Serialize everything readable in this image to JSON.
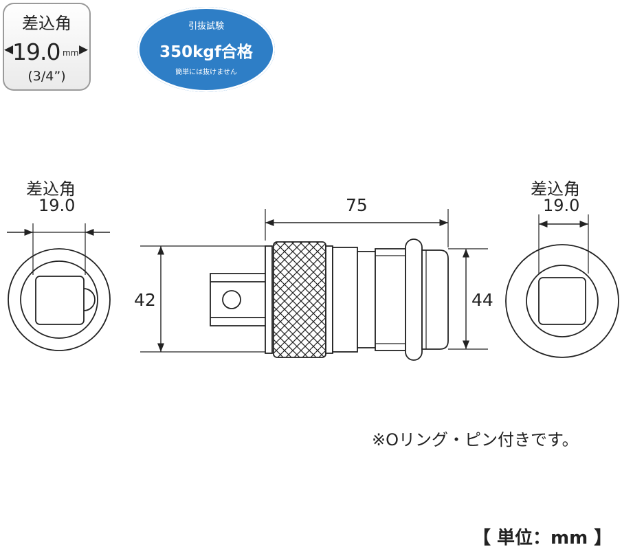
{
  "drive_badge": {
    "title": "差込角",
    "size": "19.0",
    "unit": "mm",
    "inch": "(3/4”)",
    "arrow_left": "◀",
    "arrow_right": "▶"
  },
  "test_badge": {
    "title": "引抜試験",
    "result": "350kgf合格",
    "note": "簡単には抜けません",
    "color": "#2e7ec6"
  },
  "left_view": {
    "label": "差込角",
    "value": "19.0"
  },
  "right_view": {
    "label": "差込角",
    "value": "19.0"
  },
  "dimensions": {
    "length": "75",
    "left_height": "42",
    "right_height": "44"
  },
  "note": "※Oリング・ピン付きです。",
  "unit_label": "【 単位：mm 】",
  "colors": {
    "line": "#222222",
    "badge_border": "#9a9a9a"
  }
}
